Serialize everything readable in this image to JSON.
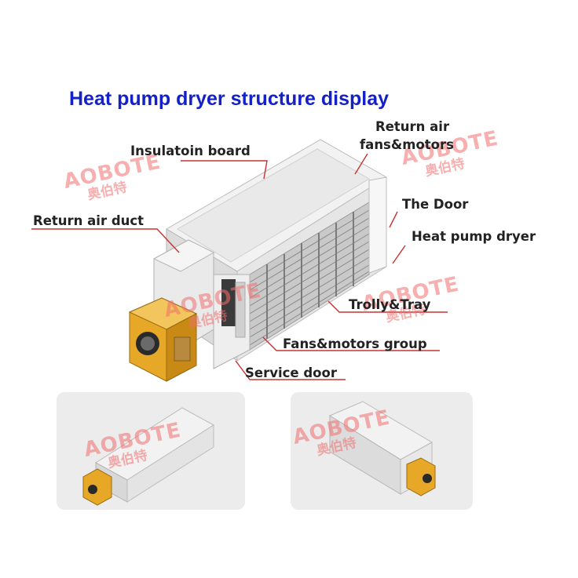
{
  "title": "Heat pump dryer structure display",
  "labels": {
    "insulation_board": "Insulatoin board",
    "return_air_fans_line1": "Return air",
    "return_air_fans_line2": "fans&motors",
    "return_air_duct": "Return air duct",
    "the_door": "The Door",
    "heat_pump_dryer": "Heat pump dryer",
    "trolly_tray": "Trolly&Tray",
    "fans_motors_group": "Fans&motors group",
    "service_door": "Service door"
  },
  "watermark": {
    "brand": "AOBOTE",
    "brand_cn": "奥伯特"
  },
  "colors": {
    "title": "#1420c8",
    "leader_line": "#c83232",
    "watermark": "#f06e6e",
    "heat_pump_unit": "#e0a020"
  }
}
